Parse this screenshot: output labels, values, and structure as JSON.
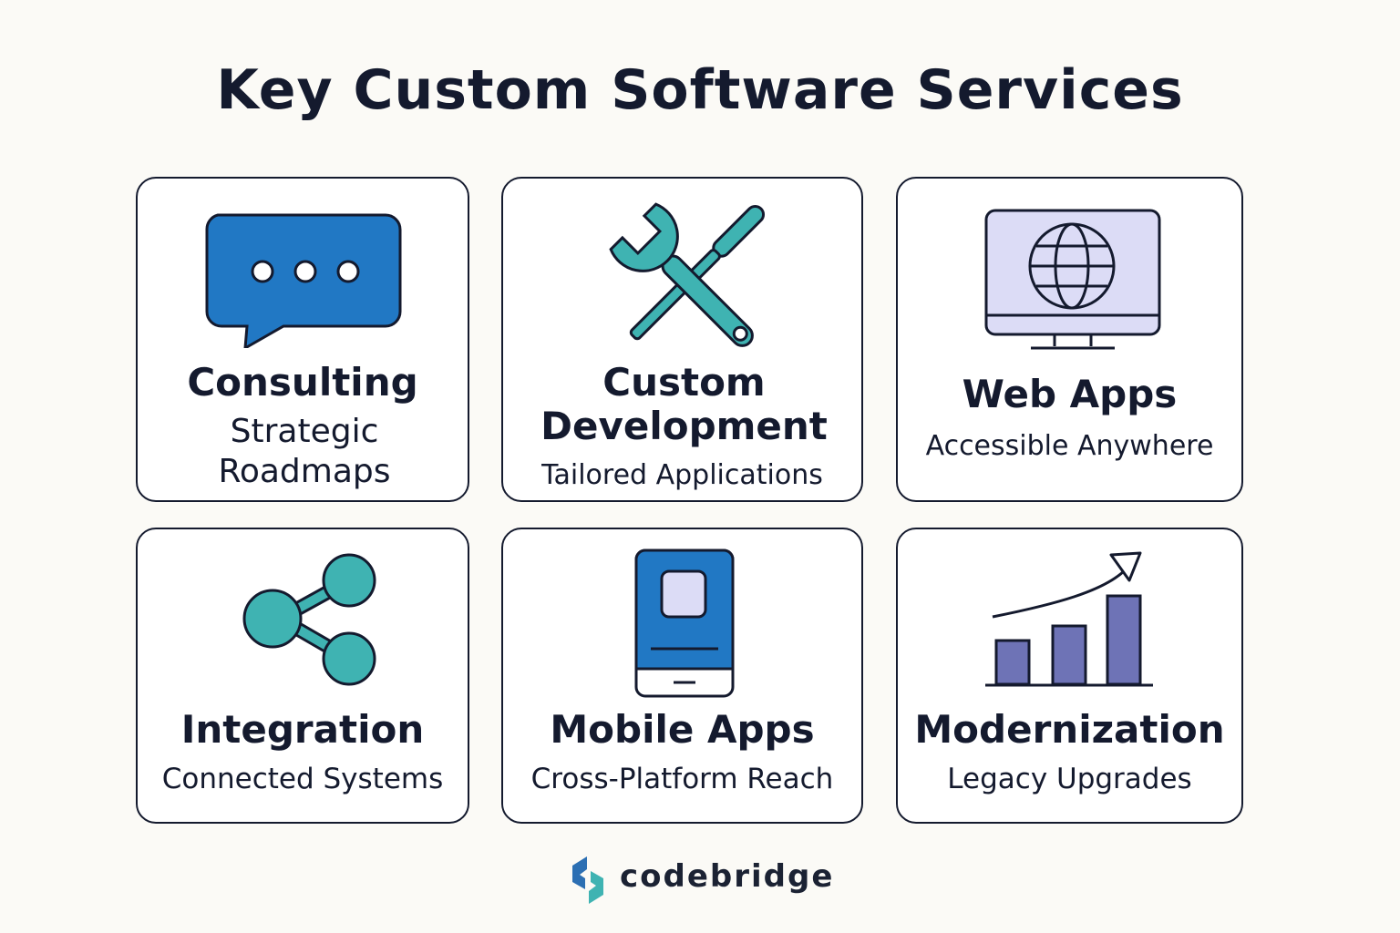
{
  "title": "Key Custom Software Services",
  "cards": [
    {
      "title": "Consulting",
      "subtitle": "Strategic Roadmaps",
      "icon": "chat-bubble-icon"
    },
    {
      "title": "Custom Development",
      "subtitle": "Tailored Applications",
      "icon": "wrench-screwdriver-icon"
    },
    {
      "title": "Web Apps",
      "subtitle": "Accessible Anywhere",
      "icon": "monitor-globe-icon"
    },
    {
      "title": "Integration",
      "subtitle": "Connected Systems",
      "icon": "share-nodes-icon"
    },
    {
      "title": "Mobile Apps",
      "subtitle": "Cross-Platform Reach",
      "icon": "mobile-phone-icon"
    },
    {
      "title": "Modernization",
      "subtitle": "Legacy Upgrades",
      "icon": "growth-chart-icon"
    }
  ],
  "brand": {
    "name": "codebridge",
    "icon": "codebridge-logo-icon"
  },
  "colors": {
    "blue": "#2178c4",
    "teal": "#3fb3b2",
    "lavender": "#dcdcf6",
    "purple": "#6e73b6",
    "ink": "#141a2e"
  }
}
